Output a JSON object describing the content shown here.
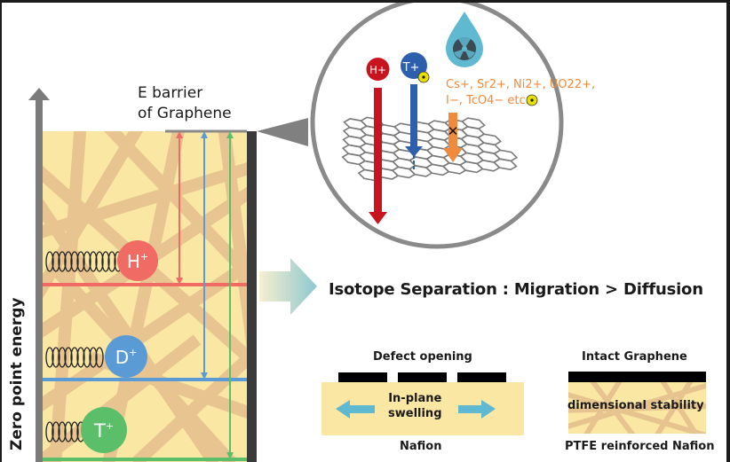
{
  "energy_axis": {
    "label": "Zero point energy"
  },
  "barrier": {
    "label_line1": "E barrier",
    "label_line2": "of Graphene"
  },
  "isotopes": [
    {
      "symbol": "H",
      "charge": "+",
      "color": "#ef6b63",
      "level": "highest"
    },
    {
      "symbol": "D",
      "charge": "+",
      "color": "#5b9bd5",
      "level": "middle"
    },
    {
      "symbol": "T",
      "charge": "+",
      "color": "#5bbf6a",
      "level": "lowest"
    }
  ],
  "inset": {
    "h_label": "H+",
    "t_label": "T+",
    "ions_line1": "Cs+, Sr2+, Ni2+, UO22+,",
    "ions_line2": "I−, TcO4− etc.",
    "colors": {
      "h": "#c8141e",
      "t": "#2e5fad",
      "ions": "#f08a3c",
      "droplet": "#5fb9d0"
    }
  },
  "headline": "Isotope Separation : Migration > Diffusion",
  "nafion_panel": {
    "top_label": "Defect opening",
    "inner_label_line1": "In-plane",
    "inner_label_line2": "swelling",
    "bottom_label": "Nafion"
  },
  "ptfe_panel": {
    "top_label": "Intact Graphene",
    "inner_label": "dimensional stability",
    "bottom_label": "PTFE reinforced Nafion"
  }
}
